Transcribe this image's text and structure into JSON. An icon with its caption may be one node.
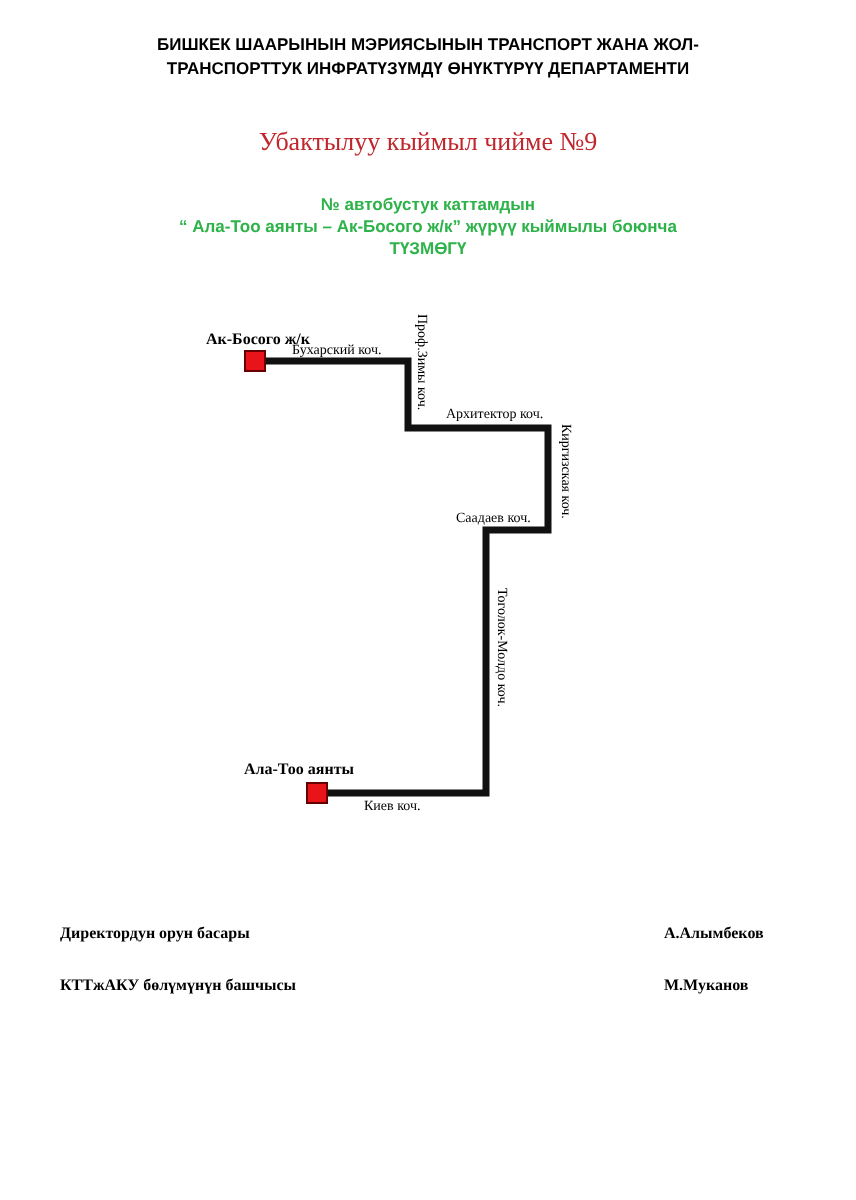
{
  "diagram": {
    "title": "БИШКЕК ШААРЫНЫН  МЭРИЯСЫНЫН ТРАНСПОРТ ЖАНА ЖОЛ-ТРАНСПОРТТУК ИНФРАТҮЗҮМДҮ ӨНҮКТҮРҮҮ ДЕПАРТАМЕНТИ",
    "nodes": [
      {
        "text": [
          "Ак-Босого ж/к"
        ]
      },
      {
        "text": [
          "Ала-Тоо аянты"
        ]
      }
    ],
    "edges": [
      {
        "from": 0,
        "to": 1,
        "arrow": "none"
      }
    ],
    "labels": [
      "Убактылуу кыймыл чийме №9",
      "№  автобустук каттамдын",
      "“  Ала-Тоо аянты – Ак-Босого ж/к” жүрүү кыймылы боюнча",
      "ТҮЗМӨГҮ",
      "Бухарский  коч.",
      "Проф.Зимы коч.",
      "Архитектор коч.",
      "Киргизская коч.",
      "Саадаев коч.",
      "Тоголок-Молдо коч.",
      "Киев коч.",
      "Директордун орун басары",
      "А.Алымбеков",
      "КТТжАКУ  бөлүмүнүн башчысы",
      "М.Муканов"
    ]
  }
}
